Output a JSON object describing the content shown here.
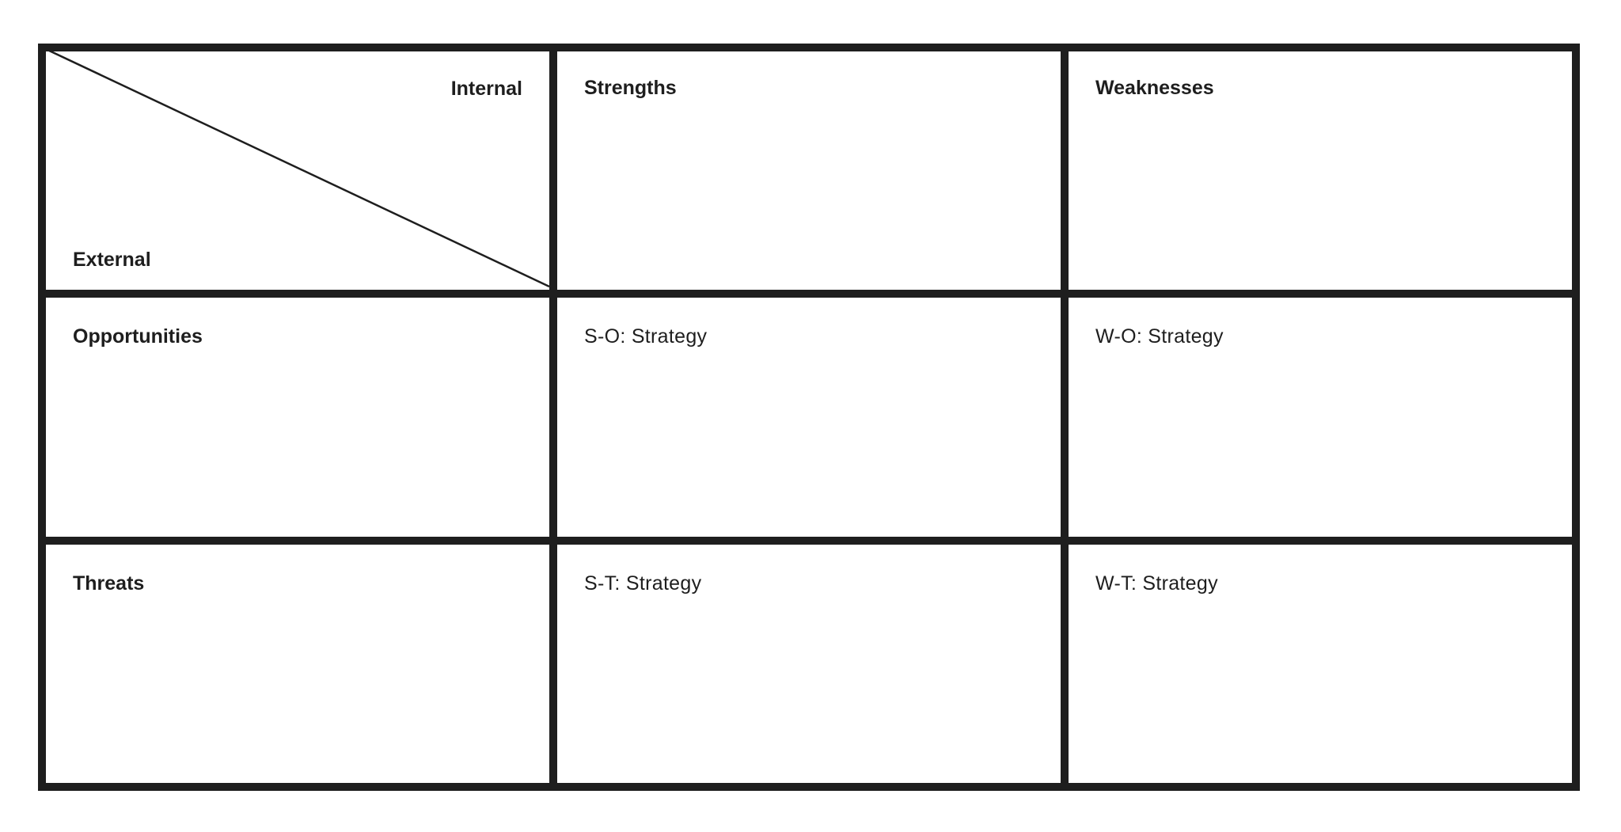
{
  "matrix": {
    "corner": {
      "top_right": "Internal",
      "bottom_left": "External"
    },
    "column_headers": [
      "Strengths",
      "Weaknesses"
    ],
    "row_headers": [
      "Opportunities",
      "Threats"
    ],
    "cells": [
      [
        "S-O: Strategy",
        "W-O: Strategy"
      ],
      [
        "S-T: Strategy",
        "W-T: Strategy"
      ]
    ]
  },
  "colors": {
    "line": "#1e1e1e",
    "background": "#ffffff"
  }
}
